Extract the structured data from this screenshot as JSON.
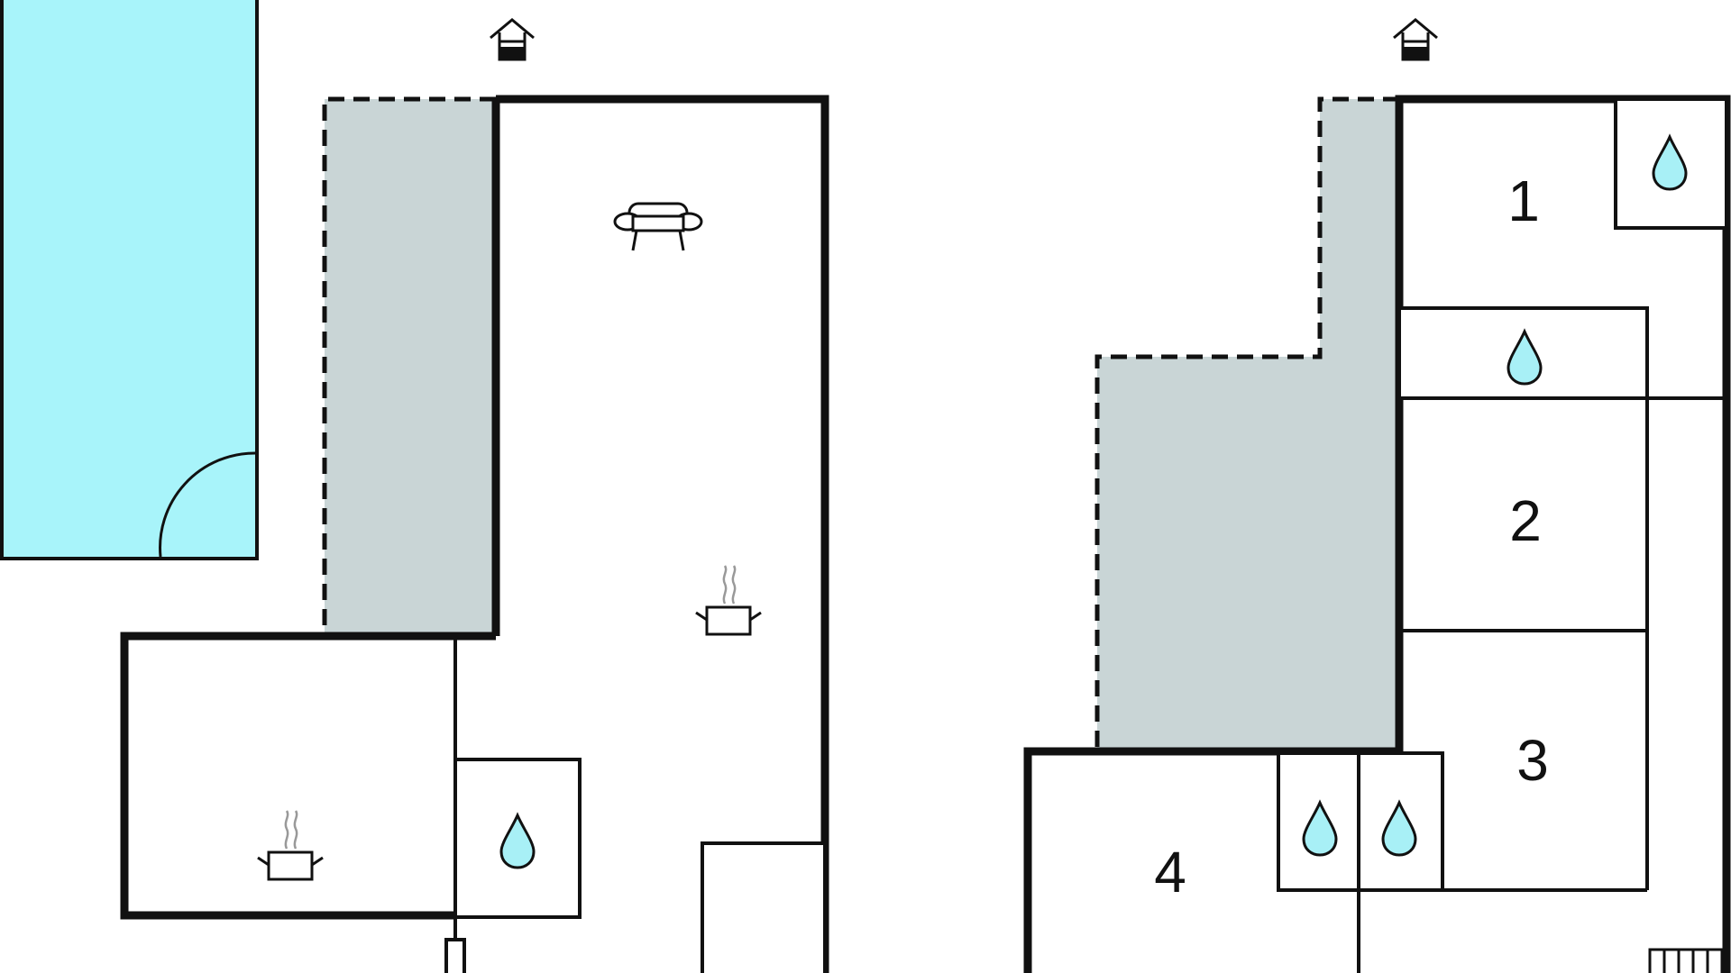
{
  "floor_plan": {
    "colors": {
      "wall": "#111111",
      "pool": "#a8f4fa",
      "terrace": "#c9d5d6",
      "water": "#a8f0f6",
      "background": "#ffffff"
    },
    "room_labels": [
      "1",
      "2",
      "3",
      "4"
    ],
    "icons": {
      "entrance": "house-entrance-icon",
      "sofa": "sofa-icon",
      "kitchen": "cooking-pot-icon",
      "bathroom": "water-drop-icon",
      "stairs": "stairs-icon"
    }
  }
}
